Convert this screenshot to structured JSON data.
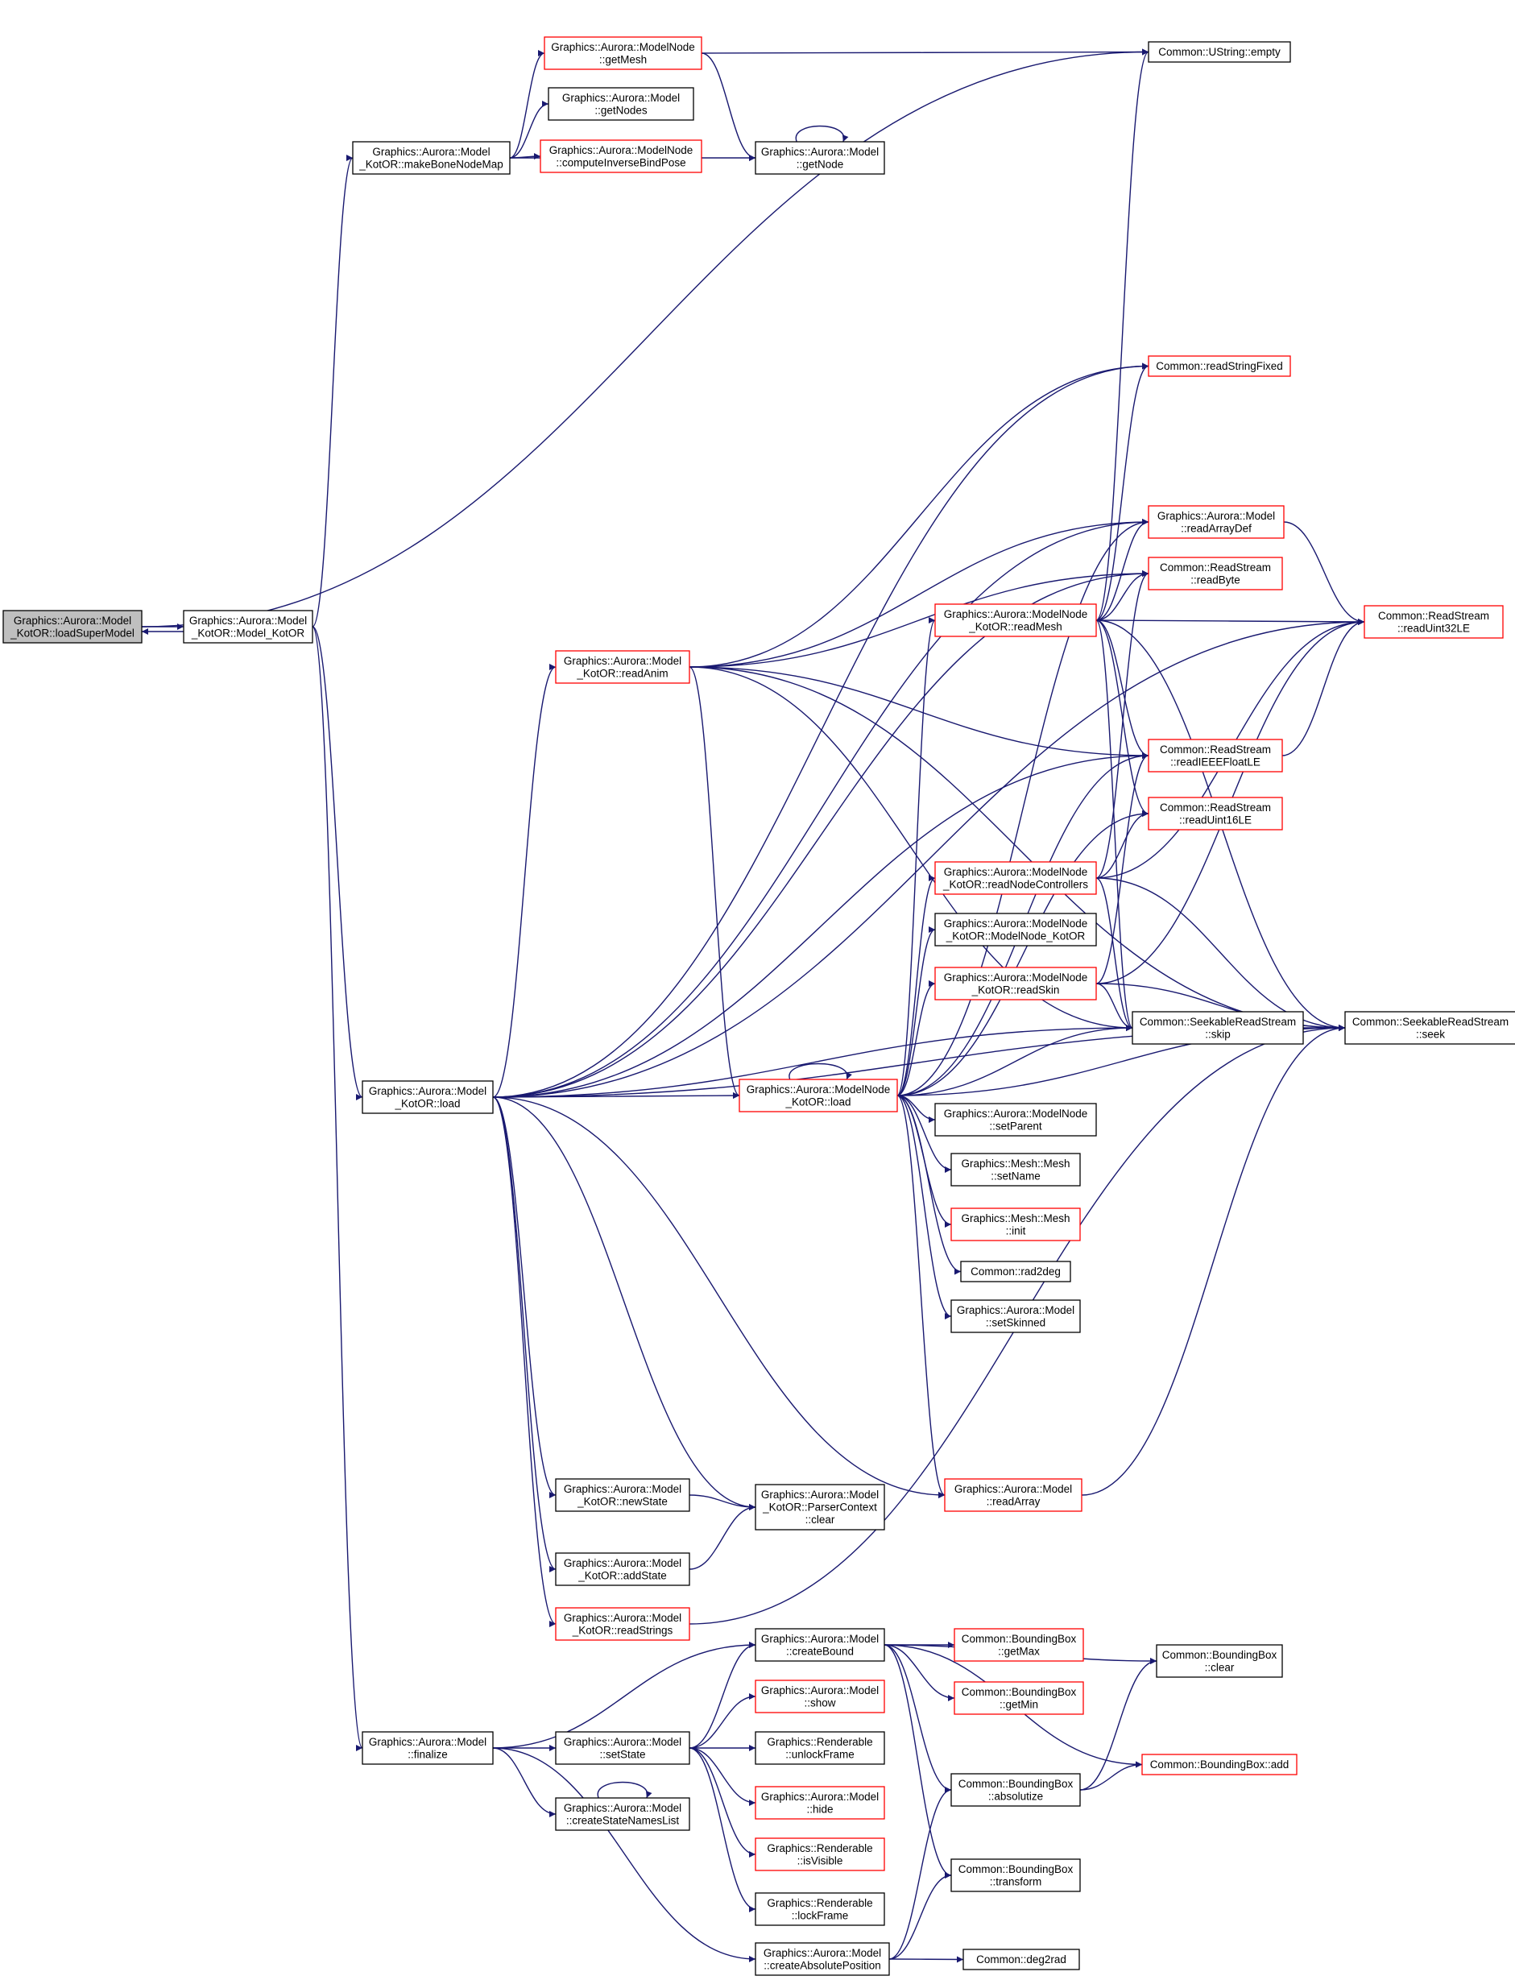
{
  "nodes": [
    {
      "id": "loadSuperModel",
      "lines": [
        "Graphics::Aurora::Model",
        "_KotOR::loadSuperModel"
      ],
      "style": "root"
    },
    {
      "id": "Model_KotOR",
      "lines": [
        "Graphics::Aurora::Model",
        "_KotOR::Model_KotOR"
      ],
      "style": "normal"
    },
    {
      "id": "makeBoneNodeMap",
      "lines": [
        "Graphics::Aurora::Model",
        "_KotOR::makeBoneNodeMap"
      ],
      "style": "normal"
    },
    {
      "id": "getMesh",
      "lines": [
        "Graphics::Aurora::ModelNode",
        "::getMesh"
      ],
      "style": "red"
    },
    {
      "id": "getNodes",
      "lines": [
        "Graphics::Aurora::Model",
        "::getNodes"
      ],
      "style": "normal"
    },
    {
      "id": "computeInverseBindPose",
      "lines": [
        "Graphics::Aurora::ModelNode",
        "::computeInverseBindPose"
      ],
      "style": "red"
    },
    {
      "id": "getNode",
      "lines": [
        "Graphics::Aurora::Model",
        "::getNode"
      ],
      "style": "normal"
    },
    {
      "id": "ustring_empty",
      "lines": [
        "Common::UString::empty"
      ],
      "style": "normal"
    },
    {
      "id": "readStringFixed",
      "lines": [
        "Common::readStringFixed"
      ],
      "style": "red"
    },
    {
      "id": "readArrayDef",
      "lines": [
        "Graphics::Aurora::Model",
        "::readArrayDef"
      ],
      "style": "red"
    },
    {
      "id": "readByte",
      "lines": [
        "Common::ReadStream",
        "::readByte"
      ],
      "style": "red"
    },
    {
      "id": "readUint32LE",
      "lines": [
        "Common::ReadStream",
        "::readUint32LE"
      ],
      "style": "red"
    },
    {
      "id": "readMesh",
      "lines": [
        "Graphics::Aurora::ModelNode",
        "_KotOR::readMesh"
      ],
      "style": "red"
    },
    {
      "id": "readAnim",
      "lines": [
        "Graphics::Aurora::Model",
        "_KotOR::readAnim"
      ],
      "style": "red"
    },
    {
      "id": "readIEEEFloatLE",
      "lines": [
        "Common::ReadStream",
        "::readIEEEFloatLE"
      ],
      "style": "red"
    },
    {
      "id": "readUint16LE",
      "lines": [
        "Common::ReadStream",
        "::readUint16LE"
      ],
      "style": "red"
    },
    {
      "id": "readNodeControllers",
      "lines": [
        "Graphics::Aurora::ModelNode",
        "_KotOR::readNodeControllers"
      ],
      "style": "red"
    },
    {
      "id": "ModelNode_KotOR",
      "lines": [
        "Graphics::Aurora::ModelNode",
        "_KotOR::ModelNode_KotOR"
      ],
      "style": "normal"
    },
    {
      "id": "readSkin",
      "lines": [
        "Graphics::Aurora::ModelNode",
        "_KotOR::readSkin"
      ],
      "style": "red"
    },
    {
      "id": "skip",
      "lines": [
        "Common::SeekableReadStream",
        "::skip"
      ],
      "style": "normal"
    },
    {
      "id": "seek",
      "lines": [
        "Common::SeekableReadStream",
        "::seek"
      ],
      "style": "normal"
    },
    {
      "id": "load",
      "lines": [
        "Graphics::Aurora::Model",
        "_KotOR::load"
      ],
      "style": "normal"
    },
    {
      "id": "node_load",
      "lines": [
        "Graphics::Aurora::ModelNode",
        "_KotOR::load"
      ],
      "style": "red"
    },
    {
      "id": "setParent",
      "lines": [
        "Graphics::Aurora::ModelNode",
        "::setParent"
      ],
      "style": "normal"
    },
    {
      "id": "setName",
      "lines": [
        "Graphics::Mesh::Mesh",
        "::setName"
      ],
      "style": "normal"
    },
    {
      "id": "mesh_init",
      "lines": [
        "Graphics::Mesh::Mesh",
        "::init"
      ],
      "style": "red"
    },
    {
      "id": "rad2deg",
      "lines": [
        "Common::rad2deg"
      ],
      "style": "normal"
    },
    {
      "id": "setSkinned",
      "lines": [
        "Graphics::Aurora::Model",
        "::setSkinned"
      ],
      "style": "normal"
    },
    {
      "id": "newState",
      "lines": [
        "Graphics::Aurora::Model",
        "_KotOR::newState"
      ],
      "style": "normal"
    },
    {
      "id": "pc_clear",
      "lines": [
        "Graphics::Aurora::Model",
        "_KotOR::ParserContext",
        "::clear"
      ],
      "style": "normal"
    },
    {
      "id": "readArray",
      "lines": [
        "Graphics::Aurora::Model",
        "::readArray"
      ],
      "style": "red"
    },
    {
      "id": "addState",
      "lines": [
        "Graphics::Aurora::Model",
        "_KotOR::addState"
      ],
      "style": "normal"
    },
    {
      "id": "readStrings",
      "lines": [
        "Graphics::Aurora::Model",
        "_KotOR::readStrings"
      ],
      "style": "red"
    },
    {
      "id": "createBound",
      "lines": [
        "Graphics::Aurora::Model",
        "::createBound"
      ],
      "style": "normal"
    },
    {
      "id": "getMax",
      "lines": [
        "Common::BoundingBox",
        "::getMax"
      ],
      "style": "red"
    },
    {
      "id": "bb_clear",
      "lines": [
        "Common::BoundingBox",
        "::clear"
      ],
      "style": "normal"
    },
    {
      "id": "show",
      "lines": [
        "Graphics::Aurora::Model",
        "::show"
      ],
      "style": "red"
    },
    {
      "id": "getMin",
      "lines": [
        "Common::BoundingBox",
        "::getMin"
      ],
      "style": "red"
    },
    {
      "id": "finalize",
      "lines": [
        "Graphics::Aurora::Model",
        "::finalize"
      ],
      "style": "normal"
    },
    {
      "id": "setState",
      "lines": [
        "Graphics::Aurora::Model",
        "::setState"
      ],
      "style": "normal"
    },
    {
      "id": "unlockFrame",
      "lines": [
        "Graphics::Renderable",
        "::unlockFrame"
      ],
      "style": "normal"
    },
    {
      "id": "bb_add",
      "lines": [
        "Common::BoundingBox::add"
      ],
      "style": "red"
    },
    {
      "id": "absolutize",
      "lines": [
        "Common::BoundingBox",
        "::absolutize"
      ],
      "style": "normal"
    },
    {
      "id": "hide",
      "lines": [
        "Graphics::Aurora::Model",
        "::hide"
      ],
      "style": "red"
    },
    {
      "id": "createStateNamesList",
      "lines": [
        "Graphics::Aurora::Model",
        "::createStateNamesList"
      ],
      "style": "normal"
    },
    {
      "id": "isVisible",
      "lines": [
        "Graphics::Renderable",
        "::isVisible"
      ],
      "style": "red"
    },
    {
      "id": "transform",
      "lines": [
        "Common::BoundingBox",
        "::transform"
      ],
      "style": "normal"
    },
    {
      "id": "lockFrame",
      "lines": [
        "Graphics::Renderable",
        "::lockFrame"
      ],
      "style": "normal"
    },
    {
      "id": "createAbsolutePosition",
      "lines": [
        "Graphics::Aurora::Model",
        "::createAbsolutePosition"
      ],
      "style": "normal"
    },
    {
      "id": "deg2rad",
      "lines": [
        "Common::deg2rad"
      ],
      "style": "normal"
    }
  ],
  "colors": {
    "edge": "#191970",
    "node_border": "#000000",
    "highlight_border": "#ff0000",
    "root_fill": "#bfbfbf",
    "node_fill": "#ffffff",
    "background": "#ffffff"
  }
}
